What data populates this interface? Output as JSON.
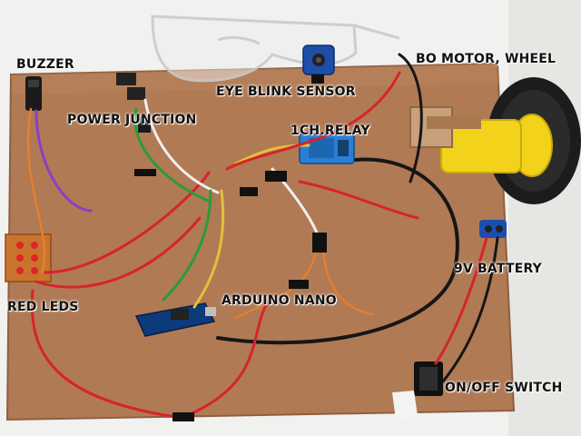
{
  "labels": {
    "buzzer": "BUZZER",
    "power_junction": "POWER JUNCTION",
    "eye_blink_sensor": "EYE BLINK SENSOR",
    "bo_motor_wheel": "BO MOTOR, WHEEL",
    "relay": "1CH.RELAY",
    "red_leds": "RED LEDS",
    "arduino_nano": "ARDUINO NANO",
    "battery": "9V BATTERY",
    "switch": "ON/OFF SWITCH"
  },
  "colors": {
    "board": "#b07a55",
    "board_edge": "#8e5f40",
    "background": "#f1f1ef",
    "wheel_tyre": "#1c1c1c",
    "wheel_hub": "#f2d21b",
    "relay": "#2a7fd4",
    "pcb_leds": "#c9742c",
    "wire_red": "#d8232a",
    "wire_black": "#161616",
    "wire_white": "#efefef",
    "wire_green": "#2d9a3a",
    "wire_yellow": "#e0c23a",
    "wire_purple": "#8a3fc4",
    "wire_orange": "#e57e2e"
  }
}
